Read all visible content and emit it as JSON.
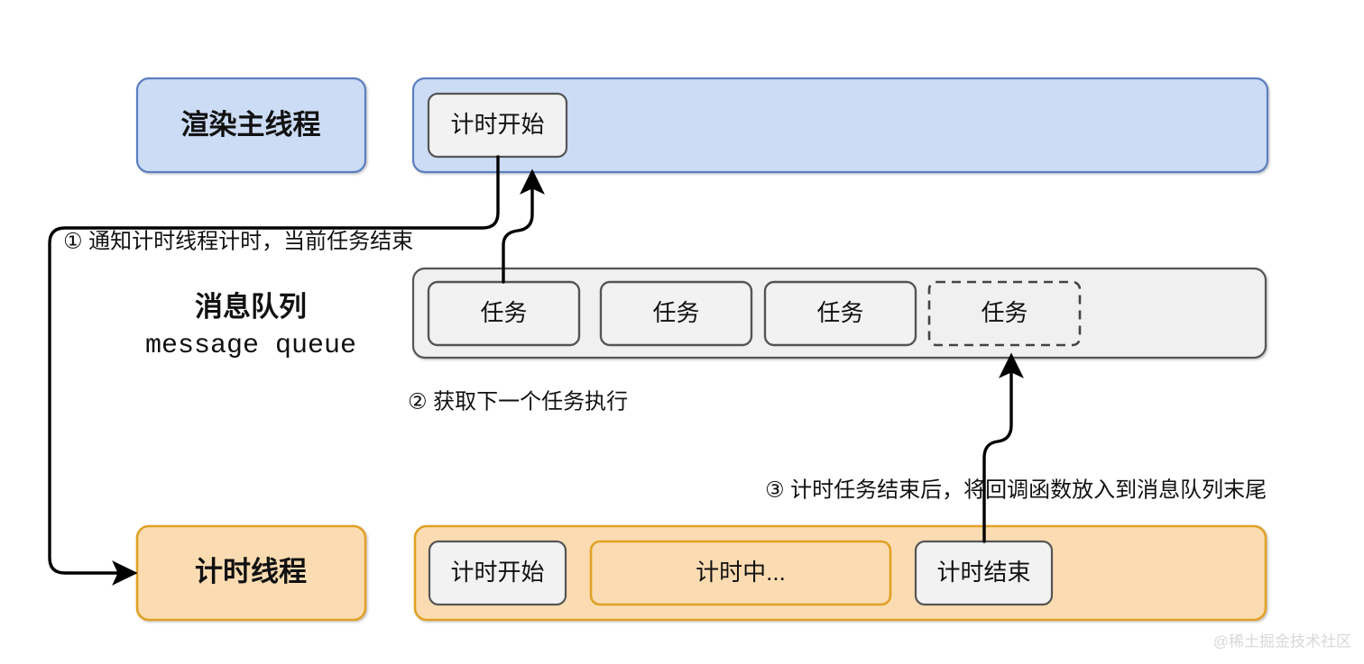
{
  "diagram": {
    "title_none": "",
    "rows": {
      "main_thread": {
        "label": "渲染主线程",
        "lane_fill": "#ccdcf5",
        "lane_stroke": "#5b7fc0",
        "items": [
          {
            "label": "计时开始",
            "style": "solid"
          }
        ]
      },
      "message_queue": {
        "label_cn": "消息队列",
        "label_en": "message queue",
        "lane_fill": "#f0f0f0",
        "lane_stroke": "#555555",
        "items": [
          {
            "label": "任务",
            "style": "solid"
          },
          {
            "label": "任务",
            "style": "solid"
          },
          {
            "label": "任务",
            "style": "solid"
          },
          {
            "label": "任务",
            "style": "dashed"
          }
        ]
      },
      "timer_thread": {
        "label": "计时线程",
        "lane_fill": "#fbdcb2",
        "lane_stroke": "#e0a125",
        "items": [
          {
            "label": "计时开始",
            "style": "solid"
          },
          {
            "label": "计时中...",
            "style": "orange"
          },
          {
            "label": "计时结束",
            "style": "solid"
          }
        ]
      }
    },
    "annotations": [
      {
        "id": "step-1",
        "text": "① 通知计时线程计时，当前任务结束"
      },
      {
        "id": "step-2",
        "text": "② 获取下一个任务执行"
      },
      {
        "id": "step-3",
        "text": "③ 计时任务结束后，将回调函数放入到消息队列末尾"
      }
    ],
    "watermark": "@稀土掘金技术社区",
    "colors": {
      "blue_fill": "#ccdcf5",
      "blue_stroke": "#5b7fc0",
      "orange_fill": "#fbdcb2",
      "orange_stroke": "#e0a125",
      "gray_fill": "#f0f0f0",
      "gray_stroke": "#555555",
      "box_fill": "#f2f2f2",
      "arrow_color": "#000000",
      "text_color": "#111111",
      "watermark_color": "#d8d8d8"
    }
  }
}
